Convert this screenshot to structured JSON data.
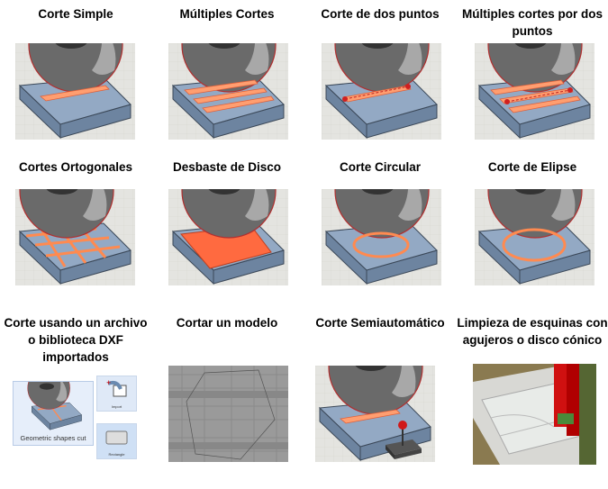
{
  "cells": [
    {
      "title": "Corte Simple"
    },
    {
      "title": "Múltiples Cortes"
    },
    {
      "title": "Corte de dos puntos"
    },
    {
      "title": "Múltiples cortes por dos puntos"
    },
    {
      "title": "Cortes Ortogonales"
    },
    {
      "title": "Desbaste de Disco"
    },
    {
      "title": "Corte Circular"
    },
    {
      "title": "Corte de Elipse"
    },
    {
      "title": "Corte usando un archivo o biblioteca DXF importados"
    },
    {
      "title": "Cortar un modelo"
    },
    {
      "title": "Corte Semiautomático"
    },
    {
      "title": "Limpieza de esquinas con agujeros o disco cónico"
    }
  ],
  "dxf": {
    "main_label": "Geometric shapes cut",
    "import_label": "Import",
    "rectangle_label": "Rectangle"
  },
  "colors": {
    "block_top": "#93a9c4",
    "block_side": "#6d84a0",
    "cut": "#ff9e70",
    "disc": "#6a6a6a"
  }
}
